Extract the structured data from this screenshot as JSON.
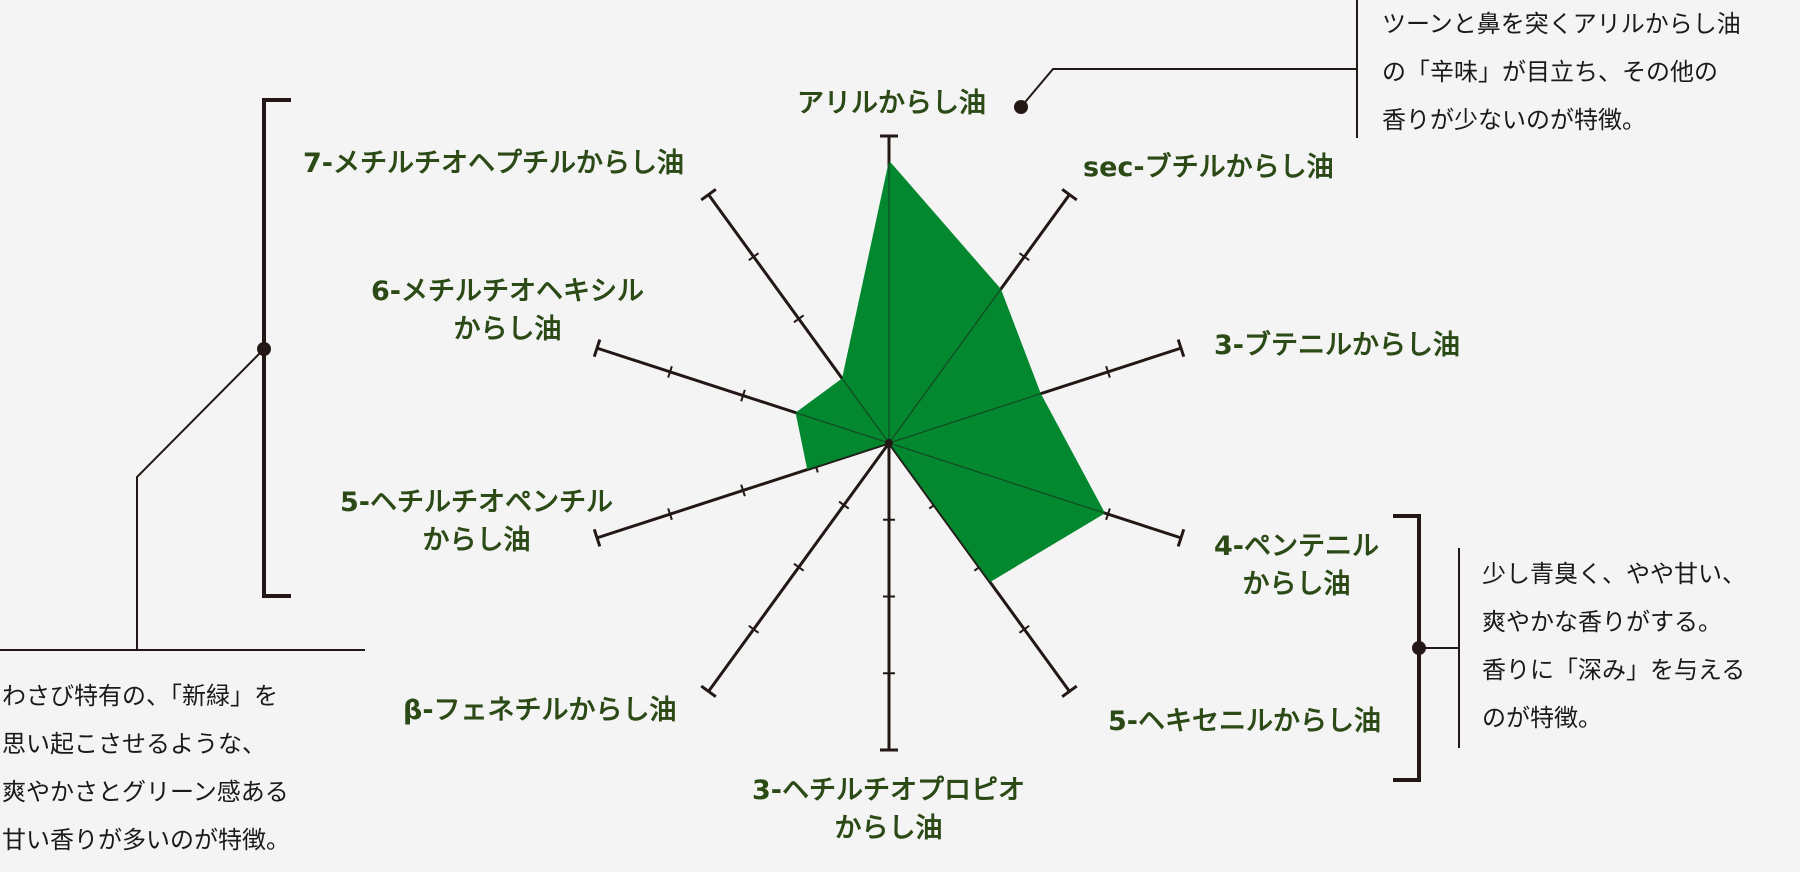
{
  "chart_data": {
    "type": "radar",
    "title": "",
    "axes": [
      "アリルからし油",
      "sec-ブチルからし油",
      "3-ブテニルからし油",
      "4-ペンテニル\nからし油",
      "5-ヘキセニルからし油",
      "3-ヘチルチオプロピオ\nからし油",
      "β-フェネチルからし油",
      "5-ヘチルチオペンチル\nからし油",
      "6-メチルチオヘキシル\nからし油",
      "7-メチルチオヘプチルからし油"
    ],
    "scale_max": 5,
    "tick_count": 4,
    "values": [
      4.6,
      3.1,
      2.6,
      3.7,
      2.8,
      0,
      0,
      1.4,
      1.6,
      1.3
    ],
    "fill_color": "#03872f",
    "axis_color": "#231815"
  },
  "annotations": {
    "top_right": [
      "ツーンと鼻を突くアリルからし油",
      "の「辛味」が目立ち、その他の",
      "香りが少ないのが特徴。"
    ],
    "right": [
      "少し青臭く、やや甘い、",
      "爽やかな香りがする。",
      "香りに「深み」を与える",
      "のが特徴。"
    ],
    "left": [
      "わさび特有の、「新緑」を",
      "思い起こさせるような、",
      "爽やかさとグリーン感ある",
      "甘い香りが多いのが特徴。"
    ]
  }
}
